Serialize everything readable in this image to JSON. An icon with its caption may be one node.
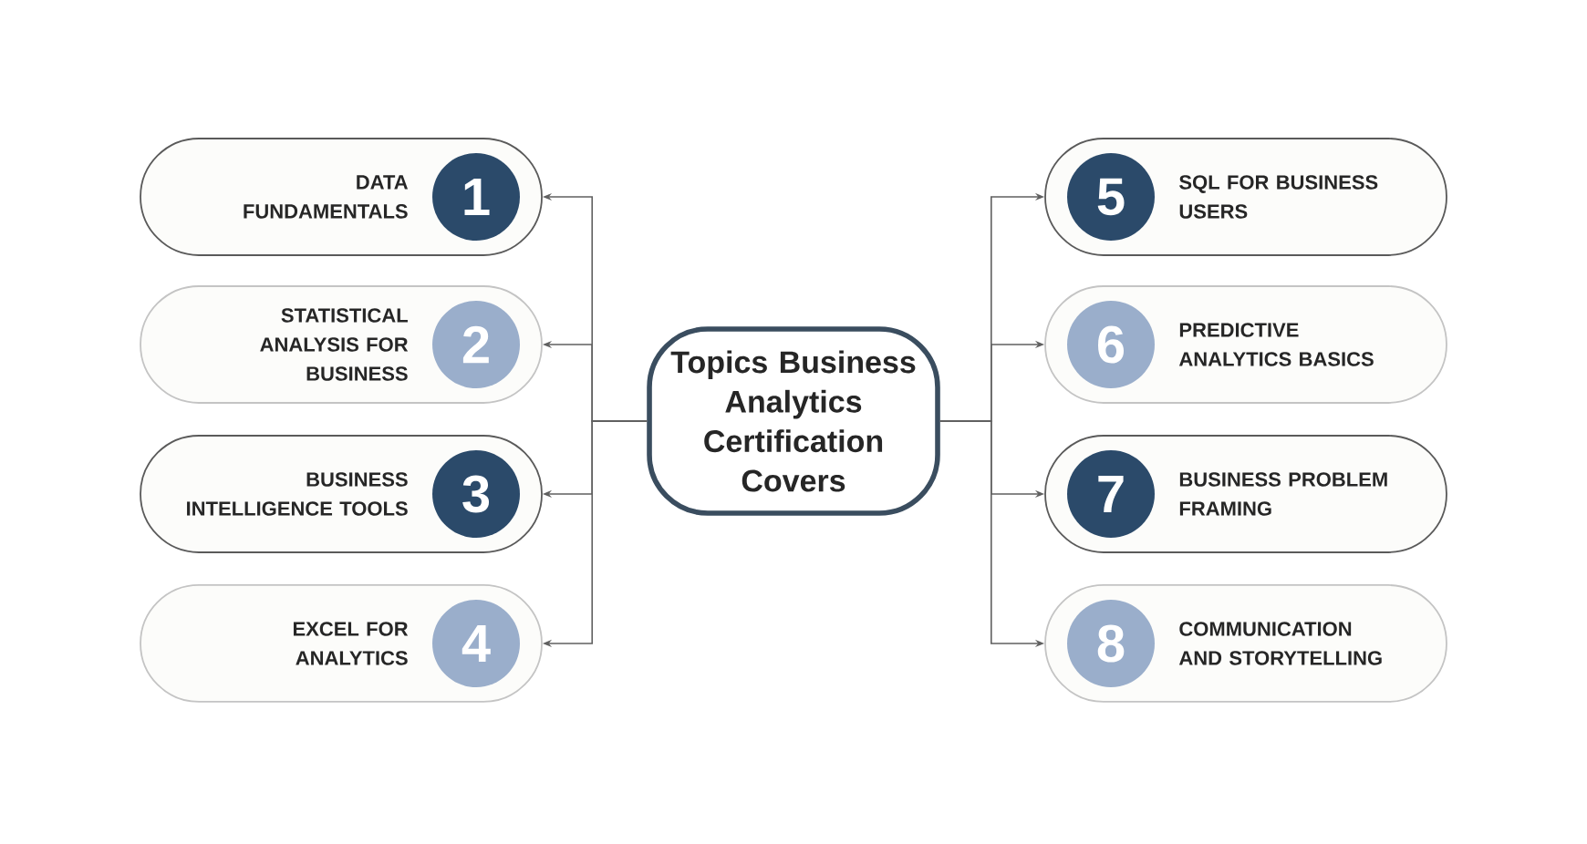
{
  "diagram": {
    "nodes": [
      {
        "text": [
          "Topics Business Analytics Certification Covers"
        ]
      },
      {
        "text": [
          "DATA FUNDAMENTALS"
        ]
      },
      {
        "text": [
          "1"
        ],
        "in": 1
      },
      {
        "text": [
          "STATISTICAL ANALYSIS FOR BUSINESS"
        ]
      },
      {
        "text": [
          "2"
        ],
        "in": 3
      },
      {
        "text": [
          "BUSINESS INTELLIGENCE TOOLS"
        ]
      },
      {
        "text": [
          "3"
        ],
        "in": 5
      },
      {
        "text": [
          "EXCEL FOR ANALYTICS"
        ]
      },
      {
        "text": [
          "4"
        ],
        "in": 7
      },
      {
        "text": [
          "SQL FOR BUSINESS USERS"
        ]
      },
      {
        "text": [
          "5"
        ],
        "in": 9
      },
      {
        "text": [
          "PREDICTIVE ANALYTICS BASICS"
        ]
      },
      {
        "text": [
          "6"
        ],
        "in": 11
      },
      {
        "text": [
          "BUSINESS PROBLEM FRAMING"
        ]
      },
      {
        "text": [
          "7"
        ],
        "in": 13
      },
      {
        "text": [
          "COMMUNICATION AND STORYTELLING"
        ]
      },
      {
        "text": [
          "8"
        ],
        "in": 15
      }
    ],
    "edges": [
      {
        "from": 0,
        "to": 1,
        "arrow": "to"
      },
      {
        "from": 0,
        "to": 3,
        "arrow": "to"
      },
      {
        "from": 0,
        "to": 5,
        "arrow": "to"
      },
      {
        "from": 0,
        "to": 7,
        "arrow": "to"
      },
      {
        "from": 0,
        "to": 9,
        "arrow": "to"
      },
      {
        "from": 0,
        "to": 11,
        "arrow": "to"
      },
      {
        "from": 0,
        "to": 13,
        "arrow": "to"
      },
      {
        "from": 0,
        "to": 15,
        "arrow": "to"
      }
    ]
  }
}
